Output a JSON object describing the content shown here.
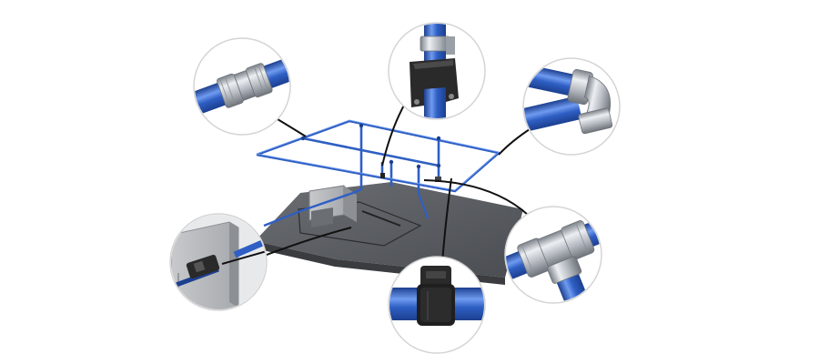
{
  "diagram": {
    "subject": "compressed-air-pipe-network-installation",
    "colors": {
      "background": "#ffffff",
      "pipe_blue": "#2f5fc4",
      "pipe_blue_dark": "#1c3f8f",
      "pipe_blue_light": "#6f9bf0",
      "fitting_silver": "#c9cdd3",
      "fitting_dark": "#8b9098",
      "clip_black": "#2a2a2a",
      "floor_grey": "#5a5d62",
      "floor_dark": "#45484c",
      "callout_line": "#1a1a1a",
      "circle_border": "#d4d4d4"
    },
    "callouts": [
      {
        "id": "straight-coupling",
        "icon": "coupling-icon"
      },
      {
        "id": "drop-bracket",
        "icon": "bracket-icon"
      },
      {
        "id": "elbow-fitting",
        "icon": "elbow-icon"
      },
      {
        "id": "wall-outlet",
        "icon": "outlet-icon"
      },
      {
        "id": "pipe-clip",
        "icon": "clip-icon"
      },
      {
        "id": "tee-fitting",
        "icon": "tee-icon"
      }
    ]
  }
}
